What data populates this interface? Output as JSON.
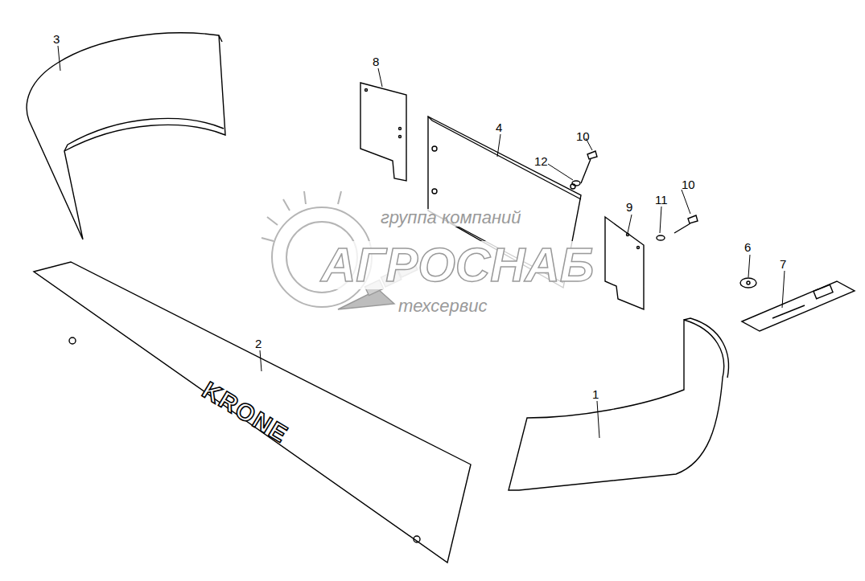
{
  "diagram": {
    "labels": [
      "3",
      "8",
      "4",
      "10",
      "12",
      "группа компаний",
      "10",
      "11",
      "9",
      "АГРОСНАБ",
      "6",
      "7",
      "техсервис",
      "2",
      "KRONE",
      "1"
    ]
  }
}
